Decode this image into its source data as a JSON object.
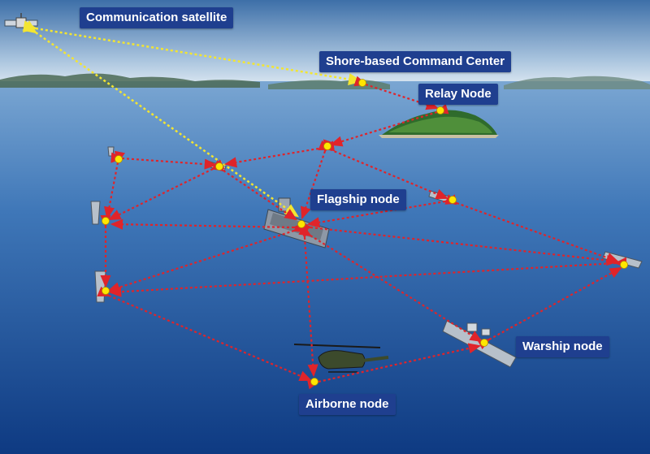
{
  "labels": {
    "communication_satellite": "Communication satellite",
    "shore_command": "Shore-based Command Center",
    "relay_node": "Relay Node",
    "flagship_node": "Flagship node",
    "warship_node": "Warship node",
    "airborne_node": "Airborne node"
  },
  "colors": {
    "sea_top": "#6f9ccb",
    "sea_bottom": "#0f3c85",
    "sky": "#d9e6f2",
    "label_bg": "#1f3f8f",
    "label_text": "#ffffff",
    "node_dot": "#ffe600",
    "sea_link": "#e0242a",
    "satellite_link": "#f3e531"
  },
  "icons": [
    "satellite-icon",
    "island-icon",
    "aircraft-carrier-icon",
    "warship-icon",
    "helicopter-icon"
  ]
}
